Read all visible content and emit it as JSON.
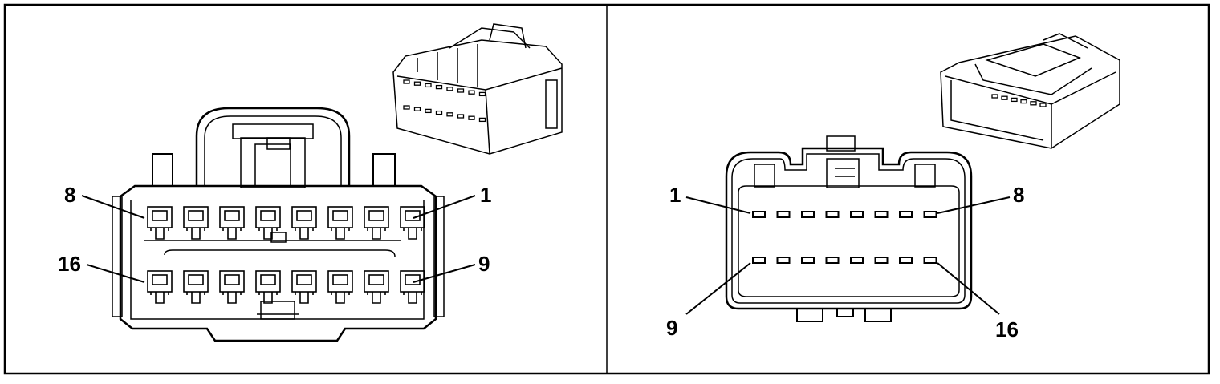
{
  "panels": {
    "left": {
      "top_row_labels": {
        "start": "8",
        "end": "1"
      },
      "bottom_row_labels": {
        "start": "16",
        "end": "9"
      },
      "top_row_count": 8,
      "bottom_row_count": 8
    },
    "right": {
      "top_row_labels": {
        "start": "1",
        "end": "8"
      },
      "bottom_row_labels": {
        "start": "9",
        "end": "16"
      },
      "top_row_count": 8,
      "bottom_row_count": 8
    }
  },
  "colors": {
    "line": "#000000",
    "background": "#ffffff"
  }
}
